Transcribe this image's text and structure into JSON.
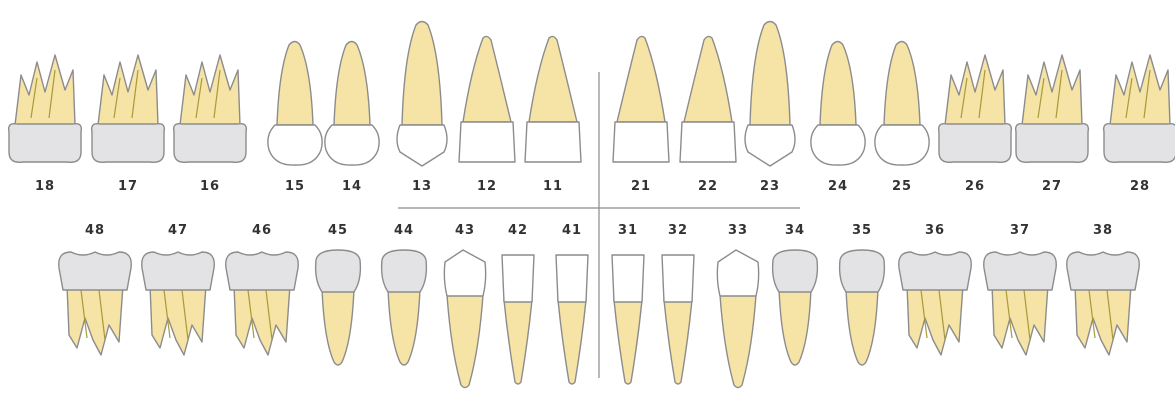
{
  "colors": {
    "root": "#f6e3a6",
    "root_light": "#fbf1d0",
    "crown_molar": "#e3e3e6",
    "crown_anterior": "#ffffff",
    "outline": "#8c8c8c",
    "numbers": "#333333"
  },
  "upper_teeth": [
    {
      "number": "18",
      "type": "molar"
    },
    {
      "number": "17",
      "type": "molar"
    },
    {
      "number": "16",
      "type": "molar"
    },
    {
      "number": "15",
      "type": "premolar"
    },
    {
      "number": "14",
      "type": "premolar"
    },
    {
      "number": "13",
      "type": "canine"
    },
    {
      "number": "12",
      "type": "incisor"
    },
    {
      "number": "11",
      "type": "incisor"
    },
    {
      "number": "21",
      "type": "incisor"
    },
    {
      "number": "22",
      "type": "incisor"
    },
    {
      "number": "23",
      "type": "canine"
    },
    {
      "number": "24",
      "type": "premolar"
    },
    {
      "number": "25",
      "type": "premolar"
    },
    {
      "number": "26",
      "type": "molar"
    },
    {
      "number": "27",
      "type": "molar"
    },
    {
      "number": "28",
      "type": "molar"
    }
  ],
  "lower_teeth": [
    {
      "number": "48",
      "type": "molar"
    },
    {
      "number": "47",
      "type": "molar"
    },
    {
      "number": "46",
      "type": "molar"
    },
    {
      "number": "45",
      "type": "premolar"
    },
    {
      "number": "44",
      "type": "premolar"
    },
    {
      "number": "43",
      "type": "canine"
    },
    {
      "number": "42",
      "type": "incisor"
    },
    {
      "number": "41",
      "type": "incisor"
    },
    {
      "number": "31",
      "type": "incisor"
    },
    {
      "number": "32",
      "type": "incisor"
    },
    {
      "number": "33",
      "type": "canine"
    },
    {
      "number": "34",
      "type": "premolar"
    },
    {
      "number": "35",
      "type": "premolar"
    },
    {
      "number": "36",
      "type": "molar"
    },
    {
      "number": "37",
      "type": "molar"
    },
    {
      "number": "38",
      "type": "molar"
    }
  ]
}
